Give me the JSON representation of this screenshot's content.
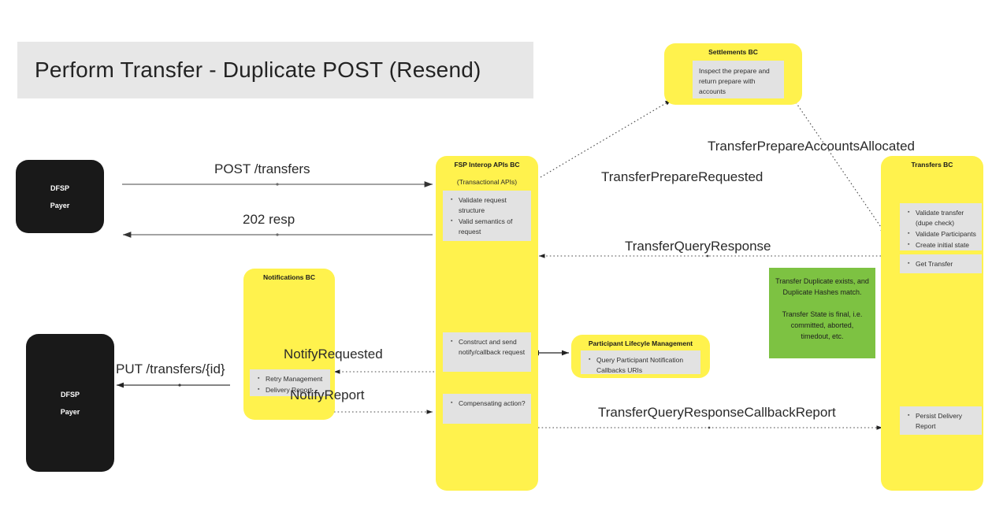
{
  "title": "Perform Transfer - Duplicate POST (Resend)",
  "colors": {
    "bc_yellow": "#fff24d",
    "note_grey": "#e2e2e2",
    "condition_green": "#7dc242",
    "actor_black": "#191919",
    "banner_grey": "#e7e7e7"
  },
  "actors": [
    {
      "name": "DFSP",
      "role": "Payer"
    },
    {
      "name": "DFSP",
      "role": "Payer"
    }
  ],
  "contexts": {
    "settlements": {
      "title": "Settlements BC",
      "note": "Inspect the prepare and return prepare with accounts"
    },
    "fsp_interop": {
      "title": "FSP Interop APIs BC",
      "subtitle": "(Transactional APIs)",
      "note_validate": [
        "Validate request structure",
        "Valid semantics of request"
      ],
      "note_construct": [
        "Construct and send notify/callback request"
      ],
      "note_compensating": [
        "Compensating action?"
      ]
    },
    "transfers": {
      "title": "Transfers BC",
      "note_validate": [
        "Validate transfer (dupe check)",
        "Validate Participants",
        "Create initial state"
      ],
      "note_get": [
        "Get Transfer"
      ],
      "note_persist": [
        "Persist Delivery Report"
      ]
    },
    "notifications": {
      "title": "Notifications BC",
      "note": [
        "Retry Management",
        "Delivery Report"
      ]
    },
    "participant_lifecycle": {
      "title": "Participant Lifecyle Management",
      "note": [
        "Query Participant Notification Callbacks URIs"
      ]
    }
  },
  "condition": {
    "line1": "Transfer Duplicate exists, and Duplicate Hashes match.",
    "line2": "Transfer State is final, i.e. committed, aborted, timedout, etc."
  },
  "messages": {
    "post_transfers": "POST /transfers",
    "resp_202": "202 resp",
    "put_transfers_id": "PUT /transfers/{id}",
    "transfer_prepare_requested": "TransferPrepareRequested",
    "transfer_prepare_accounts_allocated": "TransferPrepareAccountsAllocated",
    "transfer_query_response": "TransferQueryResponse",
    "notify_requested": "NotifyRequested",
    "notify_report": "NotifyReport",
    "transfer_query_response_callback_report": "TransferQueryResponseCallbackReport"
  }
}
